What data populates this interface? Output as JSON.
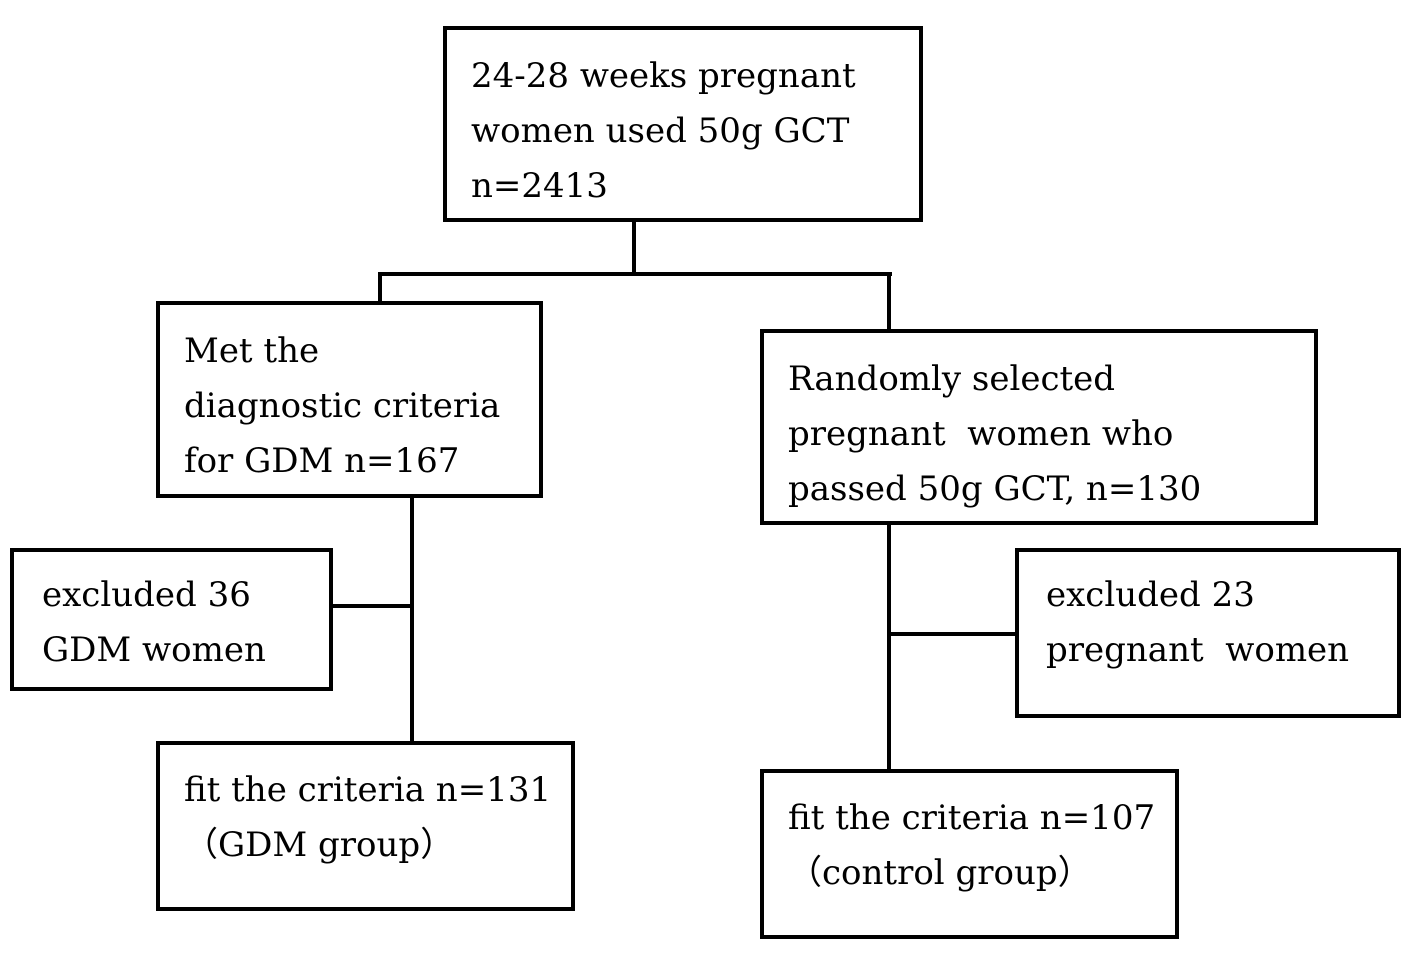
{
  "diagram": {
    "boxes": {
      "screened": {
        "lines": [
          "24-28 weeks pregnant",
          "women used 50g GCT",
          "n=2413"
        ]
      },
      "gdm_diagnosed": {
        "lines": [
          "Met the",
          "diagnostic criteria",
          "for GDM n=167"
        ]
      },
      "random_selected": {
        "lines": [
          "Randomly selected",
          "pregnant  women who",
          "passed 50g GCT, n=130"
        ]
      },
      "gdm_excluded": {
        "lines": [
          "excluded 36",
          "GDM women"
        ]
      },
      "control_excluded": {
        "lines": [
          "excluded 23",
          "pregnant  women"
        ]
      },
      "gdm_group": {
        "lines": [
          "fit the criteria n=131",
          "（GDM group）"
        ]
      },
      "control_group": {
        "lines": [
          "fit the criteria n=107",
          "（control group）"
        ]
      }
    }
  }
}
